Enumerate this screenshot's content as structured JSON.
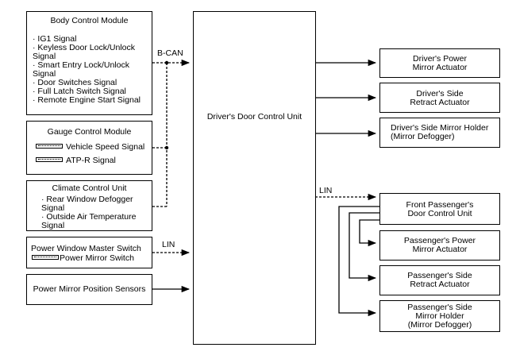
{
  "bcm": {
    "title": "Body Control Module",
    "signals": [
      "· IG1 Signal",
      "· Keyless Door Lock/Unlock",
      "Signal",
      "· Smart Entry Lock/Unlock",
      "Signal",
      "· Door Switches Signal",
      "· Full Latch Switch Signal",
      "· Remote Engine Start Signal"
    ]
  },
  "gauge": {
    "title": "Gauge Control Module",
    "signals": [
      "Vehicle Speed Signal",
      "ATP-R Signal"
    ]
  },
  "climate": {
    "title": "Climate Control Unit",
    "signals": [
      "· Rear Window Defogger",
      "Signal",
      "· Outside Air Temperature",
      "Signal"
    ]
  },
  "pwms": {
    "title": "Power Window Master Switch",
    "signal": "Power Mirror Switch"
  },
  "pmps": {
    "title": "Power Mirror Position Sensors"
  },
  "ddcu": {
    "title": "Driver's Door Control Unit"
  },
  "bus": {
    "bcan": "B-CAN",
    "lin1": "LIN",
    "lin2": "LIN"
  },
  "outputs": {
    "driver_power_mirror": [
      "Driver's Power",
      "Mirror Actuator"
    ],
    "driver_side_retract": [
      "Driver's Side",
      "Retract Actuator"
    ],
    "driver_mirror_holder": [
      "Driver's Side Mirror Holder",
      "(Mirror Defogger)"
    ],
    "front_pass_dcu": [
      "Front Passenger's",
      "Door Control Unit"
    ],
    "pass_power_mirror": [
      "Passenger's Power",
      "Mirror Actuator"
    ],
    "pass_side_retract": [
      "Passenger's Side",
      "Retract Actuator"
    ],
    "pass_mirror_holder": [
      "Passenger's Side",
      "Mirror Holder",
      "(Mirror Defogger)"
    ]
  }
}
